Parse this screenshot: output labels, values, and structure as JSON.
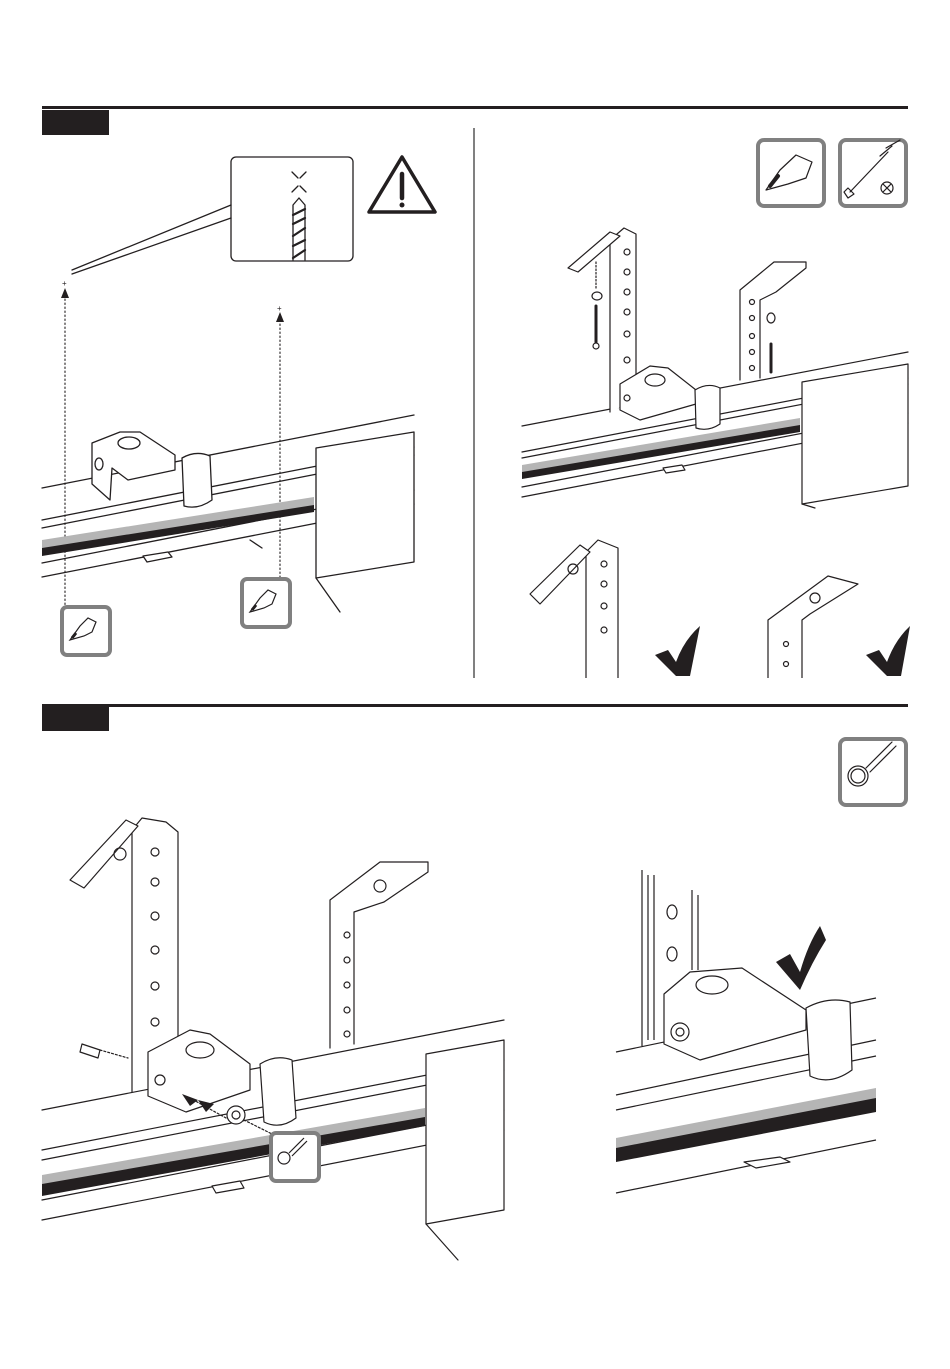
{
  "page": {
    "kind": "assembly-instructions",
    "colors": {
      "ink": "#231f20",
      "tool_frame": "#808080",
      "chain_fill": "#b5b5b5",
      "divider": "#808080",
      "paper": "#ffffff"
    }
  },
  "steps": [
    {
      "id": "step-a",
      "badge_label": "",
      "panels": [
        {
          "name": "drill-pilot-holes",
          "icons": [
            "warning-triangle-icon",
            "drill-bit-detail-icon",
            "power-drill-icon",
            "power-drill-icon"
          ]
        },
        {
          "name": "screw-brackets-to-ceiling",
          "icons": [
            "power-drill-icon",
            "phillips-screwdriver-icon",
            "check-mark-icon",
            "check-mark-icon"
          ]
        }
      ]
    },
    {
      "id": "step-b",
      "badge_label": "",
      "panels": [
        {
          "name": "bolt-bracket-to-rail",
          "icons": [
            "ring-wrench-icon",
            "ring-wrench-icon",
            "check-mark-icon"
          ]
        }
      ]
    }
  ]
}
